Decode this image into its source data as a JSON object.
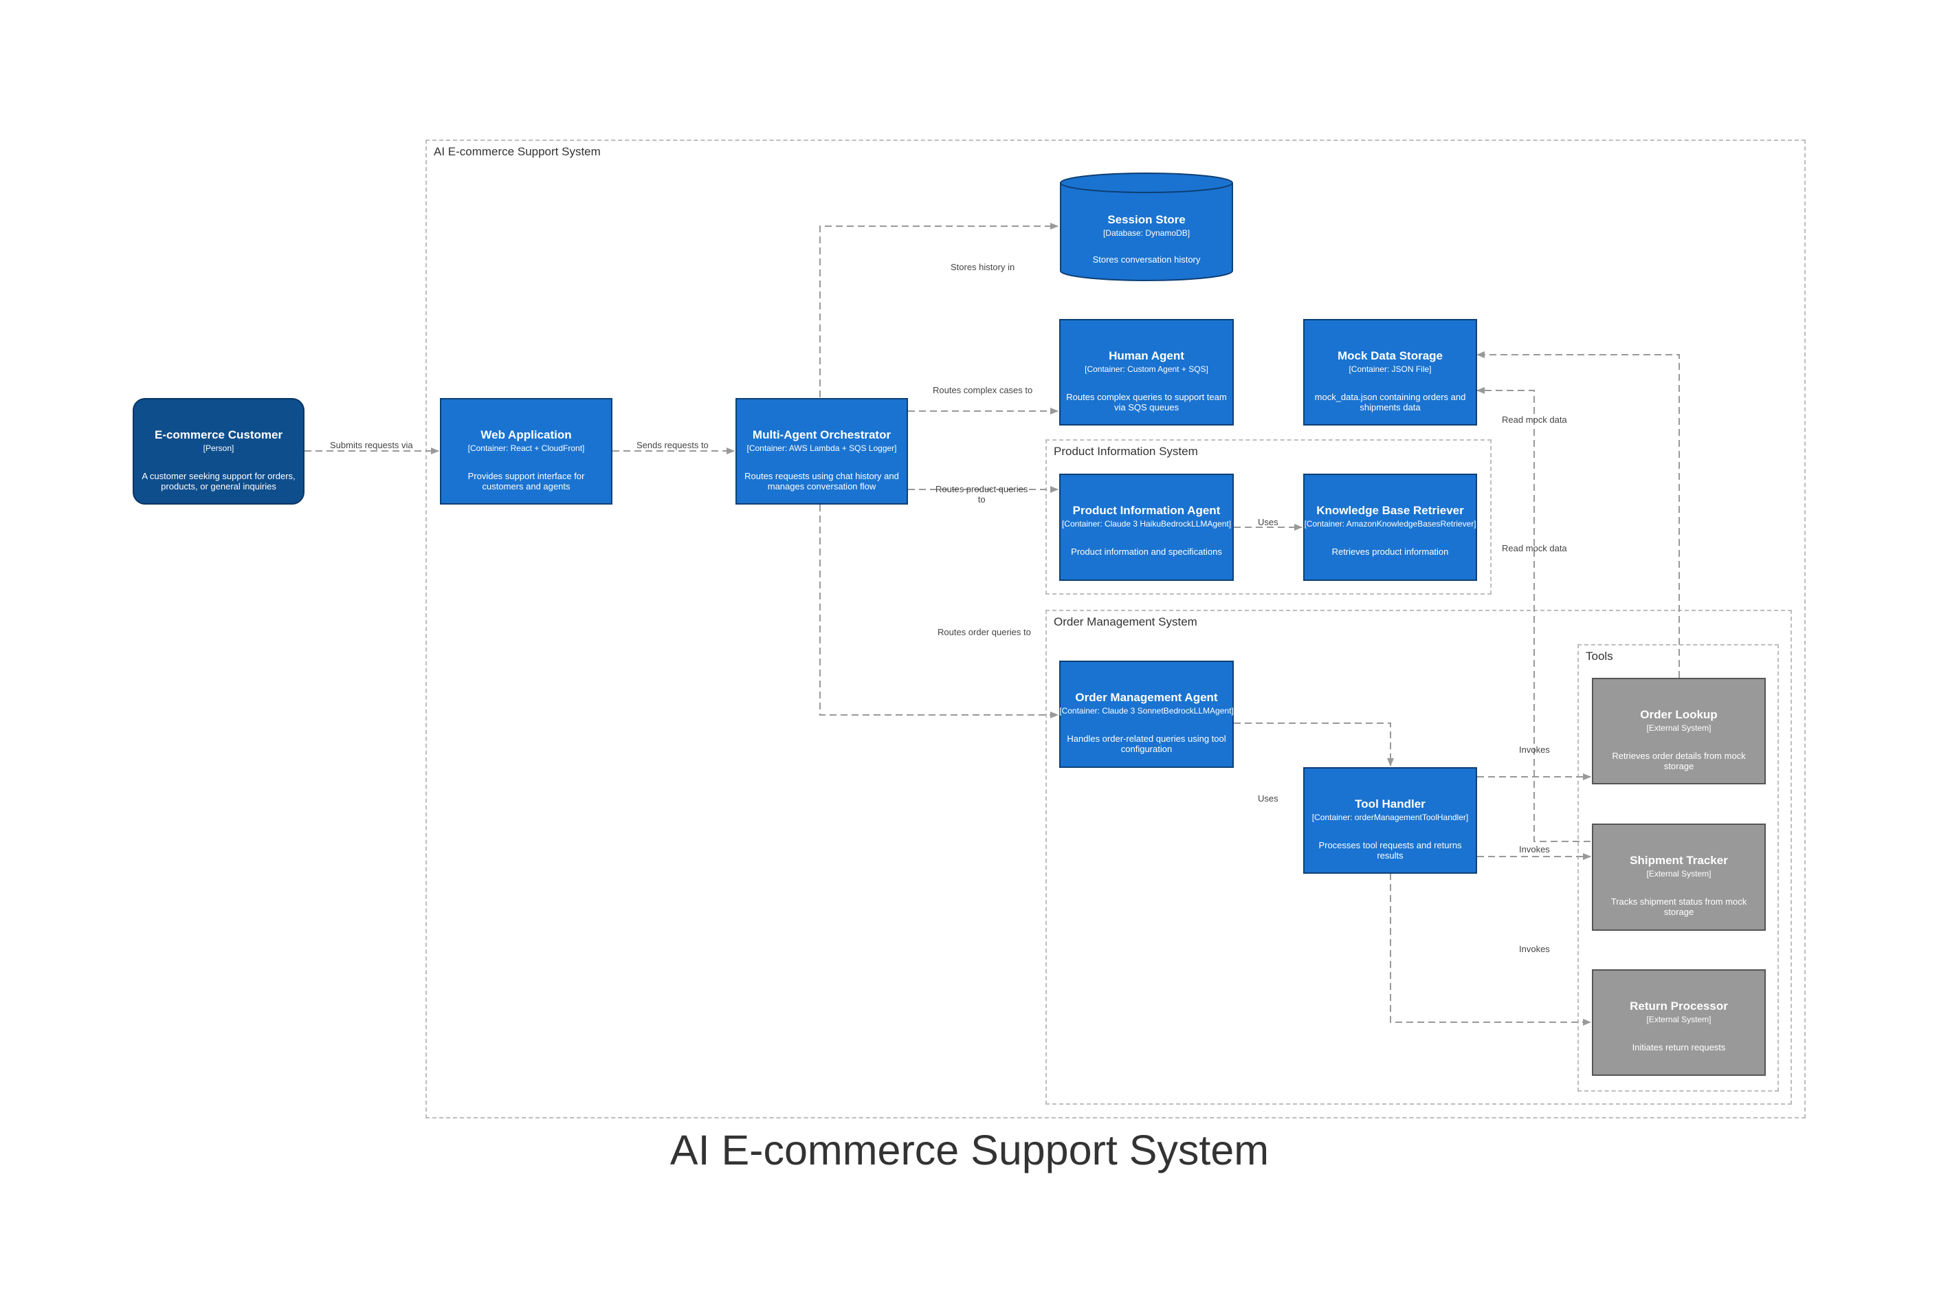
{
  "title": "AI E-commerce Support System",
  "boundaries": {
    "system": "AI E-commerce Support System",
    "product_info": "Product Information System",
    "order_mgmt": "Order Management System",
    "tools": "Tools"
  },
  "nodes": {
    "customer": {
      "title": "E-commerce Customer",
      "tech": "[Person]",
      "desc": "A customer seeking support for orders, products, or general inquiries"
    },
    "web_app": {
      "title": "Web Application",
      "tech": "[Container: React + CloudFront]",
      "desc": "Provides support interface for customers and agents"
    },
    "orchestrator": {
      "title": "Multi-Agent Orchestrator",
      "tech": "[Container: AWS Lambda + SQS Logger]",
      "desc": "Routes requests using chat history and manages conversation flow"
    },
    "session_store": {
      "title": "Session Store",
      "tech": "[Database: DynamoDB]",
      "desc": "Stores conversation history"
    },
    "human_agent": {
      "title": "Human Agent",
      "tech": "[Container: Custom Agent + SQS]",
      "desc": "Routes complex queries to support team via SQS queues"
    },
    "mock_data": {
      "title": "Mock Data Storage",
      "tech": "[Container: JSON File]",
      "desc": "mock_data.json containing orders and shipments data"
    },
    "product_agent": {
      "title": "Product Information Agent",
      "tech": "[Container: Claude 3 HaikuBedrockLLMAgent]",
      "desc": "Product information and specifications"
    },
    "kb_retriever": {
      "title": "Knowledge Base Retriever",
      "tech": "[Container: AmazonKnowledgeBasesRetriever]",
      "desc": "Retrieves product information"
    },
    "order_agent": {
      "title": "Order Management Agent",
      "tech": "[Container: Claude 3 SonnetBedrockLLMAgent]",
      "desc": "Handles order-related queries using tool configuration"
    },
    "tool_handler": {
      "title": "Tool Handler",
      "tech": "[Container: orderManagementToolHandler]",
      "desc": "Processes tool requests and returns results"
    },
    "order_lookup": {
      "title": "Order Lookup",
      "tech": "[External System]",
      "desc": "Retrieves order details from mock storage"
    },
    "shipment_tracker": {
      "title": "Shipment Tracker",
      "tech": "[External System]",
      "desc": "Tracks shipment status from mock storage"
    },
    "return_processor": {
      "title": "Return Processor",
      "tech": "[External System]",
      "desc": "Initiates return requests"
    }
  },
  "edges": {
    "submits": "Submits requests via",
    "sends": "Sends requests to",
    "stores_history": "Stores history in",
    "routes_complex": "Routes complex cases to",
    "routes_product_1": "Routes product queries",
    "routes_product_2": "to",
    "uses_kb": "Uses",
    "routes_order": "Routes order queries to",
    "uses_tools": "Uses",
    "read_mock_1": "Read mock data",
    "read_mock_2": "Read mock data",
    "invokes_1": "Invokes",
    "invokes_2": "Invokes",
    "invokes_3": "Invokes"
  },
  "colors": {
    "container": "#1a73d0",
    "person": "#0f4e8c",
    "external": "#999999",
    "edge": "#999999"
  }
}
